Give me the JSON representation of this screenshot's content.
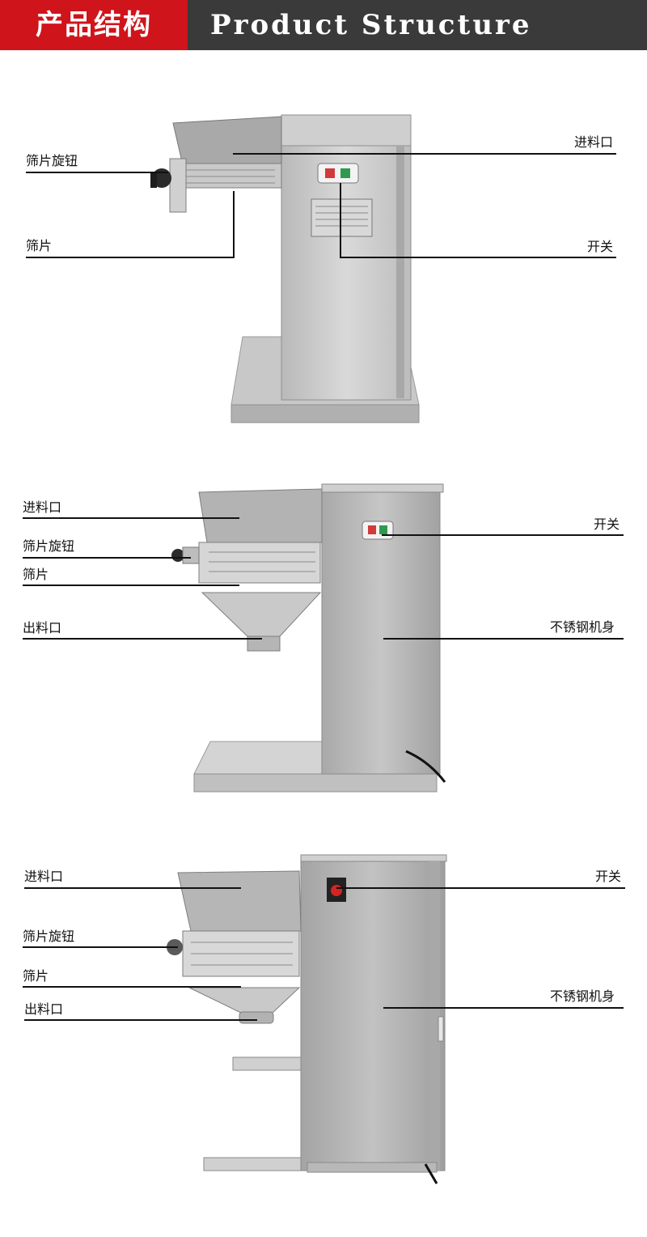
{
  "header": {
    "title_cn": "产品结构",
    "title_en": "Product Structure",
    "cn_bg": "#d0141b",
    "en_bg": "#3a3a3a"
  },
  "views": [
    {
      "labels": {
        "inlet": "进料口",
        "screen_knob": "筛片旋钮",
        "screen": "筛片",
        "switch": "开关"
      }
    },
    {
      "labels": {
        "inlet": "进料口",
        "screen_knob": "筛片旋钮",
        "screen": "筛片",
        "outlet": "出料口",
        "switch": "开关",
        "body": "不锈钢机身"
      }
    },
    {
      "labels": {
        "inlet": "进料口",
        "screen_knob": "筛片旋钮",
        "screen": "筛片",
        "outlet": "出料口",
        "switch": "开关",
        "body": "不锈钢机身"
      }
    }
  ]
}
